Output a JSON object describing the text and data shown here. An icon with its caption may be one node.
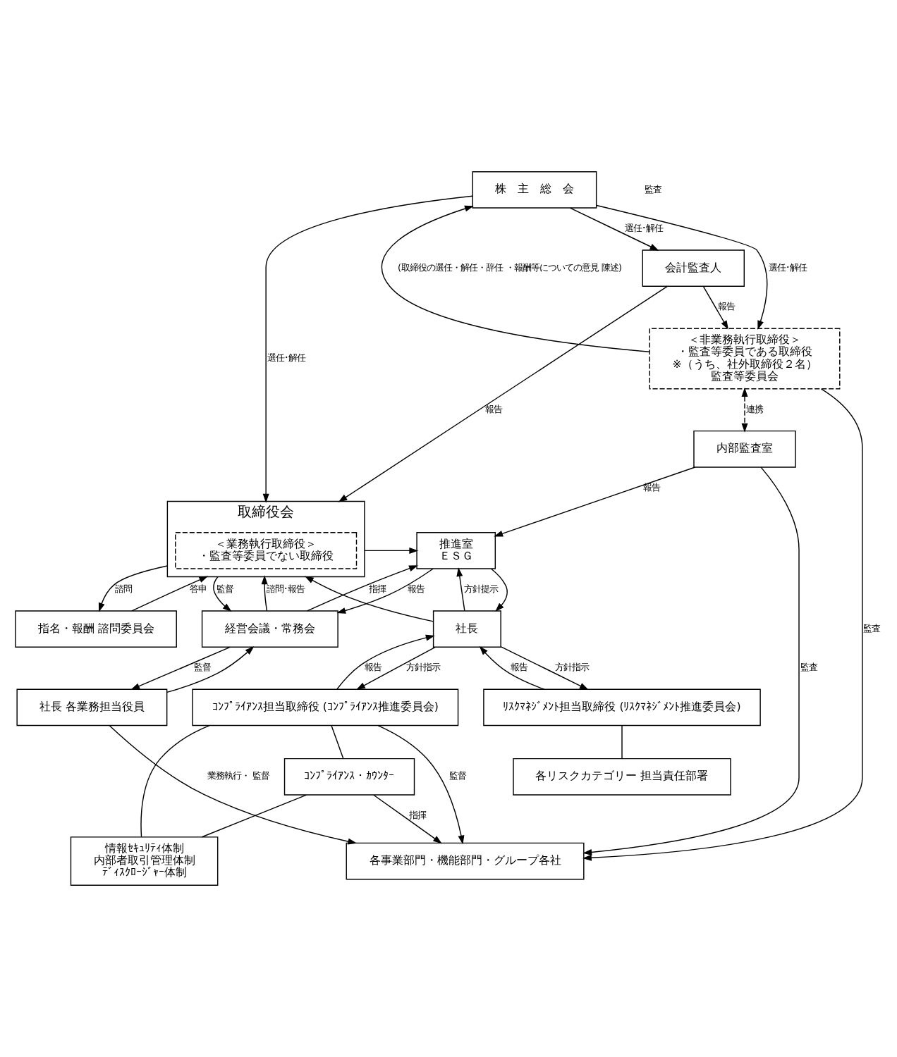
{
  "diagram": {
    "nodes": [
      {
        "text": [
          "株　主　総　会"
        ]
      },
      {
        "text": [
          "取締役会"
        ]
      },
      {
        "text": [
          "＜業務執行取締役＞",
          "・監査等委員でない取締役"
        ],
        "in": 1
      },
      {
        "text": [
          "＜非業務執行取締役＞",
          "・監査等委員である取締役",
          "※（うち、社外取締役２名）",
          "監査等委員会"
        ]
      },
      {
        "text": [
          "会計監査人"
        ]
      },
      {
        "text": [
          "指名・報酬 諮問委員会"
        ]
      },
      {
        "text": [
          "社長"
        ]
      },
      {
        "text": [
          "経営会議・常務会"
        ]
      },
      {
        "text": [
          "推進室",
          "ＥＳＧ"
        ]
      },
      {
        "text": [
          "ﾘｽｸﾏﾈｼﾞﾒﾝﾄ担当取締役 (ﾘｽｸﾏﾈｼﾞﾒﾝﾄ推進委員会)"
        ]
      },
      {
        "text": [
          "ｺﾝﾌﾟﾗｲｱﾝｽ担当取締役 (ｺﾝﾌﾟﾗｲｱﾝｽ推進委員会)"
        ]
      },
      {
        "text": [
          "社長 各業務担当役員"
        ]
      },
      {
        "text": [
          "内部監査室"
        ]
      },
      {
        "text": [
          "各リスクカテゴリー 担当責任部署"
        ]
      },
      {
        "text": [
          "ｺﾝﾌﾟﾗｲｱﾝｽ・ｶｳﾝﾀｰ"
        ]
      },
      {
        "text": [
          "情報ｾｷｭﾘﾃｨ体制",
          "内部者取引管理体制",
          "ﾃﾞｨｽｸﾛｰｼﾞｬｰ体制"
        ]
      },
      {
        "text": [
          "各事業部門・機能部門・グループ各社"
        ]
      }
    ],
    "edges": [
      {
        "from": 0,
        "to": 1,
        "arrow": "to",
        "label": "選任･解任"
      },
      {
        "from": 0,
        "to": 3,
        "arrow": "to",
        "label": "選任･解任"
      },
      {
        "from": 3,
        "to": 0,
        "arrow": "to",
        "label": "(取締役の選任・解任・辞任 ・報酬等についての意見 陳述)"
      },
      {
        "from": 0,
        "to": 4,
        "arrow": "to",
        "label": "選任･解任"
      },
      {
        "from": 4,
        "to": 1,
        "arrow": "to",
        "label": "報告"
      },
      {
        "from": 4,
        "to": 3,
        "arrow": "to",
        "label": "報告"
      },
      {
        "from": 1,
        "to": 5,
        "arrow": "to",
        "label": "諮問"
      },
      {
        "from": 5,
        "to": 1,
        "arrow": "to",
        "label": "答申"
      },
      {
        "from": 1,
        "to": 7,
        "arrow": "to",
        "label": "監督"
      },
      {
        "from": 7,
        "to": 1,
        "arrow": "to",
        "label": "諮問･報告"
      },
      {
        "from": 6,
        "to": 1,
        "arrow": "to"
      },
      {
        "from": 1,
        "to": 8,
        "arrow": "to"
      },
      {
        "from": 3,
        "to": 12,
        "arrow": "both",
        "label": "連携",
        "style": "dashed"
      },
      {
        "from": 3,
        "to": 16,
        "arrow": "to",
        "label": "監査"
      },
      {
        "from": 6,
        "to": 8,
        "arrow": "to",
        "label": "方針提示"
      },
      {
        "from": 8,
        "to": 6,
        "arrow": "to"
      },
      {
        "from": 6,
        "to": 9,
        "arrow": "to",
        "label": "方針指示"
      },
      {
        "from": 9,
        "to": 6,
        "arrow": "to",
        "label": "報告"
      },
      {
        "from": 6,
        "to": 10,
        "arrow": "to",
        "label": "方針指示"
      },
      {
        "from": 10,
        "to": 6,
        "arrow": "to",
        "label": "報告"
      },
      {
        "from": 7,
        "to": 8,
        "arrow": "to",
        "label": "指揮"
      },
      {
        "from": 8,
        "to": 7,
        "arrow": "to",
        "label": "報告"
      },
      {
        "from": 7,
        "to": 11,
        "arrow": "to",
        "label": "監督"
      },
      {
        "from": 11,
        "to": 7,
        "arrow": "to"
      },
      {
        "from": 12,
        "to": 8,
        "arrow": "to",
        "label": "報告"
      },
      {
        "from": 9,
        "to": 13,
        "arrow": "none"
      },
      {
        "from": 10,
        "to": 14,
        "arrow": "none"
      },
      {
        "from": 14,
        "to": 15,
        "arrow": "none"
      },
      {
        "from": 10,
        "to": 15,
        "arrow": "none"
      },
      {
        "from": 14,
        "to": 16,
        "arrow": "to",
        "label": "指揮"
      },
      {
        "from": 10,
        "to": 16,
        "arrow": "to",
        "label": "監督"
      },
      {
        "from": 11,
        "to": 16,
        "arrow": "to",
        "label": "業務執行・ 監督"
      },
      {
        "from": 12,
        "to": 16,
        "arrow": "to",
        "label": "監査"
      }
    ],
    "labels": [
      "監査"
    ]
  }
}
